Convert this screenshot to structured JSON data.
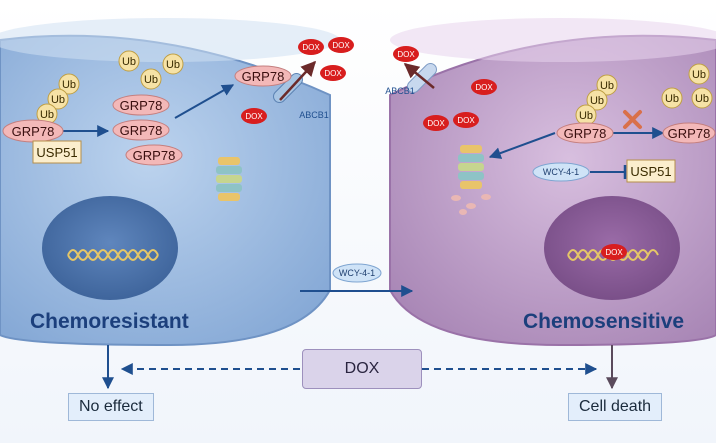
{
  "left_cell": {
    "title": "Chemoresistant",
    "ub": [
      "Ub",
      "Ub",
      "Ub",
      "Ub",
      "Ub",
      "Ub"
    ],
    "grp78_main": "GRP78",
    "usp51": "USP51",
    "grp78_stack": [
      "GRP78",
      "GRP78",
      "GRP78"
    ],
    "grp78_export": "GRP78",
    "abcb1": "ABCB1",
    "dox_out": [
      "DOX",
      "DOX",
      "DOX"
    ],
    "dox_in": "DOX"
  },
  "right_cell": {
    "title": "Chemosensitive",
    "ub": [
      "Ub",
      "Ub",
      "Ub",
      "Ub",
      "Ub",
      "Ub"
    ],
    "grp78_main": "GRP78",
    "grp78_blocked": "GRP78",
    "inhibitor": "WCY-4-1",
    "usp51": "USP51",
    "abcb1": "ABCB1",
    "dox_out": "DOX",
    "dox_in": [
      "DOX",
      "DOX",
      "DOX"
    ],
    "dox_nucleus": "DOX"
  },
  "treatment": "WCY-4-1",
  "drug": "DOX",
  "outcomes": {
    "left": "No effect",
    "right": "Cell death"
  },
  "colors": {
    "left_cell": "#a9c6e8",
    "right_cell": "#c9a9d1",
    "arrow": "#1f4f8f",
    "dox": "#d81e1e",
    "cross": "#d9704a"
  }
}
